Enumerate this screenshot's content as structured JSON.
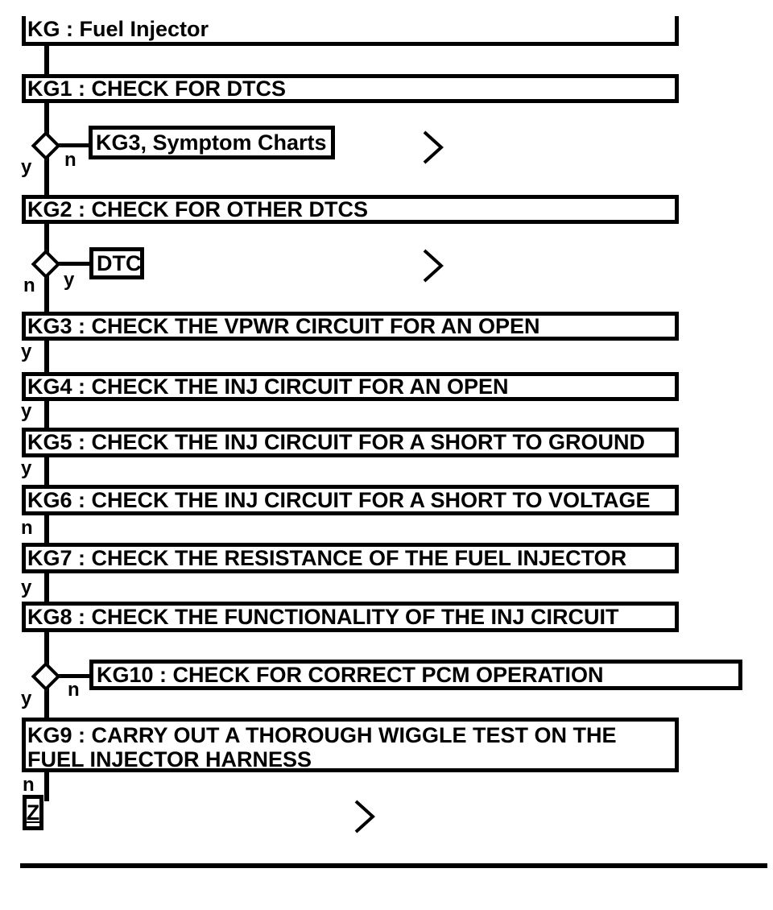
{
  "colors": {
    "ink": "#000000",
    "paper": "#ffffff"
  },
  "icons": {
    "continue": "chevron-right-icon"
  },
  "flowchart": {
    "title": "KG : Fuel Injector",
    "steps": {
      "kg1": "KG1 : CHECK FOR DTCS",
      "kg2": "KG2 : CHECK FOR OTHER DTCS",
      "kg3": "KG3 : CHECK THE VPWR CIRCUIT FOR AN OPEN",
      "kg4": "KG4 : CHECK THE INJ CIRCUIT FOR AN OPEN",
      "kg5": "KG5 : CHECK THE INJ CIRCUIT FOR A SHORT TO GROUND",
      "kg6": "KG6 : CHECK THE INJ CIRCUIT FOR A SHORT TO VOLTAGE",
      "kg7": "KG7 : CHECK THE RESISTANCE OF THE FUEL INJECTOR",
      "kg8": "KG8 : CHECK THE FUNCTIONALITY OF THE INJ CIRCUIT",
      "kg9": {
        "line1": "KG9 : CARRY OUT A THOROUGH WIGGLE TEST ON THE",
        "line2": "FUEL INJECTOR HARNESS"
      },
      "kg10": "KG10 : CHECK FOR CORRECT PCM OPERATION"
    },
    "references": {
      "symptom": "KG3, Symptom Charts",
      "dtc": "DTC",
      "exit": "Z"
    },
    "branch": {
      "yes": "y",
      "no": "n"
    }
  }
}
